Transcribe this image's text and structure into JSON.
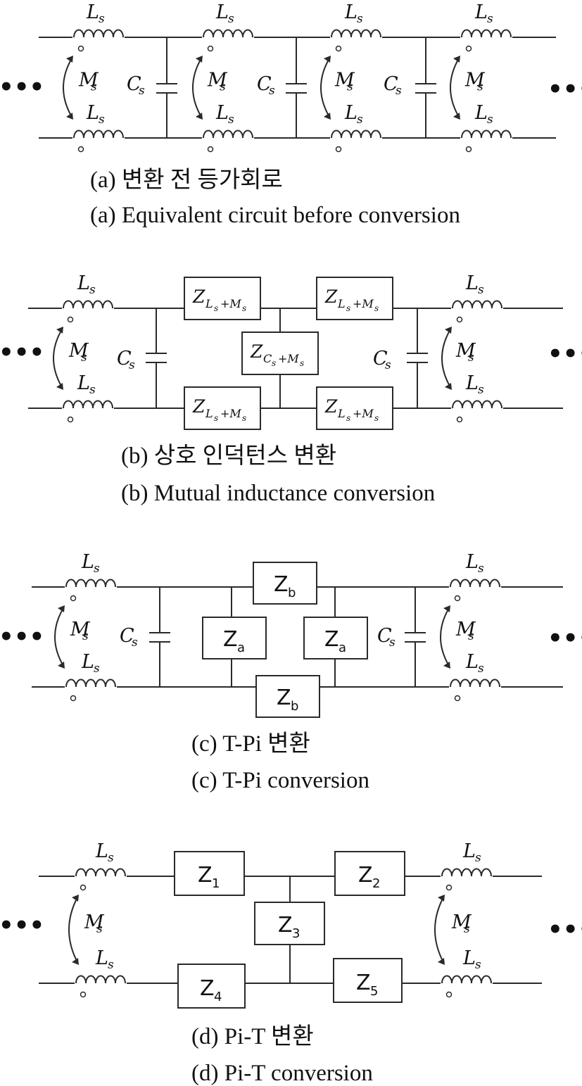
{
  "labels": {
    "inductor": "L",
    "mutual": "M",
    "capacitor": "C",
    "subscript": "s",
    "ellipsis": "•••"
  },
  "impedances": {
    "z_ls_ms": {
      "main": "Z",
      "sub": "L",
      "subsub": "s",
      "tail": "+M",
      "tailsub": "s"
    },
    "z_cs_ms": {
      "main": "Z",
      "sub": "C",
      "subsub": "s",
      "tail": "+M",
      "tailsub": "s"
    },
    "za": {
      "main": "Z",
      "sub": "a"
    },
    "zb": {
      "main": "Z",
      "sub": "b"
    },
    "z1": {
      "main": "Z",
      "sub": "1"
    },
    "z2": {
      "main": "Z",
      "sub": "2"
    },
    "z3": {
      "main": "Z",
      "sub": "3"
    },
    "z4": {
      "main": "Z",
      "sub": "4"
    },
    "z5": {
      "main": "Z",
      "sub": "5"
    }
  },
  "captions": {
    "a_korean": "(a) 변환 전 등가회로",
    "a_english": "(a) Equivalent circuit before conversion",
    "b_korean": "(b) 상호 인덕턴스 변환",
    "b_english": "(b) Mutual inductance conversion",
    "c_korean": "(c) T-Pi 변환",
    "c_english": "(c) T-Pi conversion",
    "d_korean": "(d) Pi-T 변환",
    "d_english": "(d) Pi-T conversion"
  }
}
